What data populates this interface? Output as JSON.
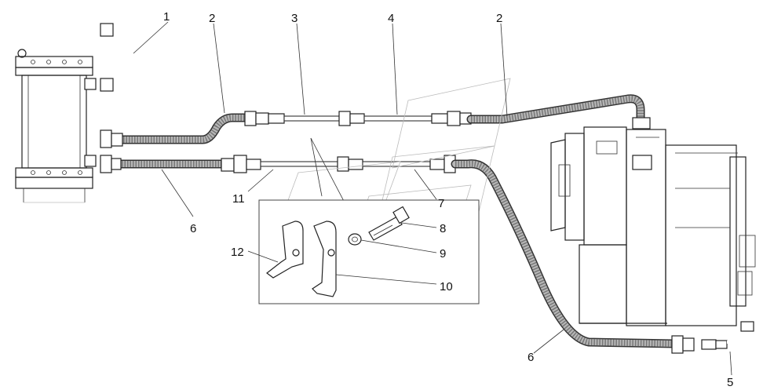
{
  "callouts": {
    "c1": "1",
    "c2a": "2",
    "c2b": "2",
    "c3": "3",
    "c4": "4",
    "c5": "5",
    "c6a": "6",
    "c6b": "6",
    "c7": "7",
    "c8": "8",
    "c9": "9",
    "c10": "10",
    "c11": "11",
    "c12": "12"
  }
}
